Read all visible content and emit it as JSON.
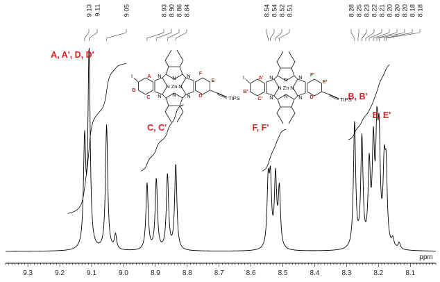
{
  "chart_data": {
    "type": "line",
    "title": "",
    "xlabel": "ppm",
    "ylabel": "",
    "xlim": [
      9.37,
      8.02
    ],
    "x_reversed": true,
    "grid": false,
    "axis_ticks": [
      "9.3",
      "9.2",
      "9.1",
      "9.0",
      "8.9",
      "8.8",
      "8.7",
      "8.6",
      "8.5",
      "8.4",
      "8.3",
      "8.2",
      "8.1"
    ],
    "peak_labels": {
      "group1": [
        "9.13",
        "9.11",
        "9.05"
      ],
      "group2": [
        "8.93",
        "8.90",
        "8.86",
        "8.84"
      ],
      "group3": [
        "8.54",
        "8.54",
        "8.52",
        "8.51"
      ],
      "group4": [
        "8.28",
        "8.25",
        "8.23",
        "8.22",
        "8.21",
        "8.20",
        "8.20",
        "8.20",
        "8.18",
        "8.18"
      ]
    },
    "peaks": [
      {
        "ppm": 9.122,
        "height": 0.5
      },
      {
        "ppm": 9.108,
        "height": 0.94
      },
      {
        "ppm": 9.053,
        "height": 0.6
      },
      {
        "ppm": 9.025,
        "height": 0.07
      },
      {
        "ppm": 8.926,
        "height": 0.32
      },
      {
        "ppm": 8.897,
        "height": 0.34
      },
      {
        "ppm": 8.862,
        "height": 0.36
      },
      {
        "ppm": 8.836,
        "height": 0.41
      },
      {
        "ppm": 8.546,
        "height": 0.3
      },
      {
        "ppm": 8.539,
        "height": 0.3
      },
      {
        "ppm": 8.523,
        "height": 0.34
      },
      {
        "ppm": 8.511,
        "height": 0.28
      },
      {
        "ppm": 8.275,
        "height": 0.6
      },
      {
        "ppm": 8.252,
        "height": 0.52
      },
      {
        "ppm": 8.229,
        "height": 0.38
      },
      {
        "ppm": 8.216,
        "height": 0.46
      },
      {
        "ppm": 8.205,
        "height": 0.48
      },
      {
        "ppm": 8.198,
        "height": 0.46
      },
      {
        "ppm": 8.182,
        "height": 0.34
      },
      {
        "ppm": 8.176,
        "height": 0.33
      },
      {
        "ppm": 8.155,
        "height": 0.04
      },
      {
        "ppm": 8.135,
        "height": 0.03
      }
    ],
    "assignments": [
      {
        "label": "A, A', D, D'",
        "ppm": 9.16,
        "height": 0.93
      },
      {
        "label": "C, C'",
        "ppm": 8.895,
        "height": 0.58
      },
      {
        "label": "F, F'",
        "ppm": 8.57,
        "height": 0.58
      },
      {
        "label": "B, B'",
        "ppm": 8.265,
        "height": 0.73
      },
      {
        "label": "E, E'",
        "ppm": 8.19,
        "height": 0.64
      }
    ],
    "structures": [
      {
        "metal": "Zn",
        "nitrogen": "N",
        "substituents": [
          "I",
          "TIPS"
        ],
        "proton_labels": [
          "A",
          "B",
          "C",
          "D",
          "E",
          "F"
        ]
      },
      {
        "metal": "Zn",
        "nitrogen": "N",
        "substituents": [
          "I",
          "TIPS"
        ],
        "proton_labels": [
          "A'",
          "B'",
          "C'",
          "D'",
          "E'",
          "F'"
        ]
      }
    ]
  }
}
